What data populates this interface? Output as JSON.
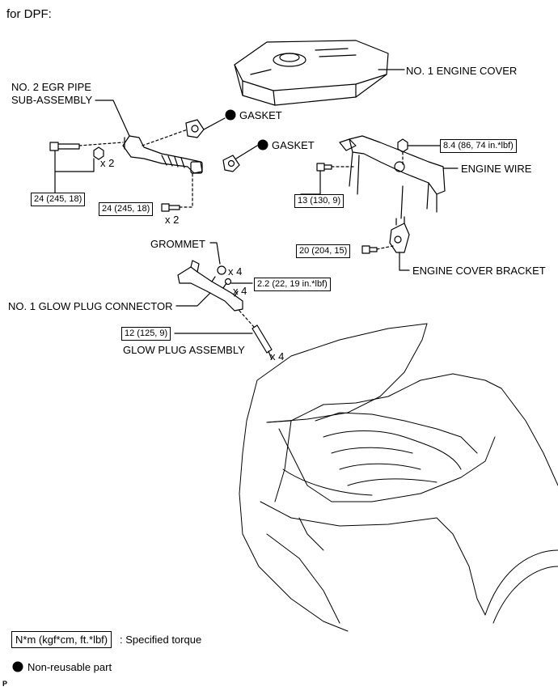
{
  "header": {
    "title": "for DPF:"
  },
  "labels": {
    "engine_cover": "NO. 1 ENGINE COVER",
    "egr_pipe_line1": "NO. 2 EGR PIPE",
    "egr_pipe_line2": "SUB-ASSEMBLY",
    "gasket_1": "GASKET",
    "gasket_2": "GASKET",
    "engine_wire": "ENGINE WIRE",
    "engine_cover_bracket": "ENGINE COVER BRACKET",
    "grommet": "GROMMET",
    "glow_plug_connector": "NO. 1 GLOW PLUG CONNECTOR",
    "glow_plug_assembly": "GLOW PLUG ASSEMBLY"
  },
  "torques": {
    "t1": "24 (245, 18)",
    "t2": "24 (245, 18)",
    "t3": "8.4 (86, 74 in.*lbf)",
    "t4": "13 (130, 9)",
    "t5": "20 (204, 15)",
    "t6": "2.2 (22, 19 in.*lbf)",
    "t7": "12 (125, 9)"
  },
  "quantities": {
    "q_nut": "x 2",
    "q_bolt": "x 2",
    "q_grommet": "x 4",
    "q_connector_nut": "x 4",
    "q_glow_plug": "x 4"
  },
  "legend": {
    "torque_format": "N*m (kgf*cm, ft.*lbf)",
    "torque_desc": ": Specified torque",
    "non_reusable": "Non-reusable part"
  },
  "footer": {
    "code": "P"
  },
  "icons": [
    "non-reusable-part-icon"
  ]
}
